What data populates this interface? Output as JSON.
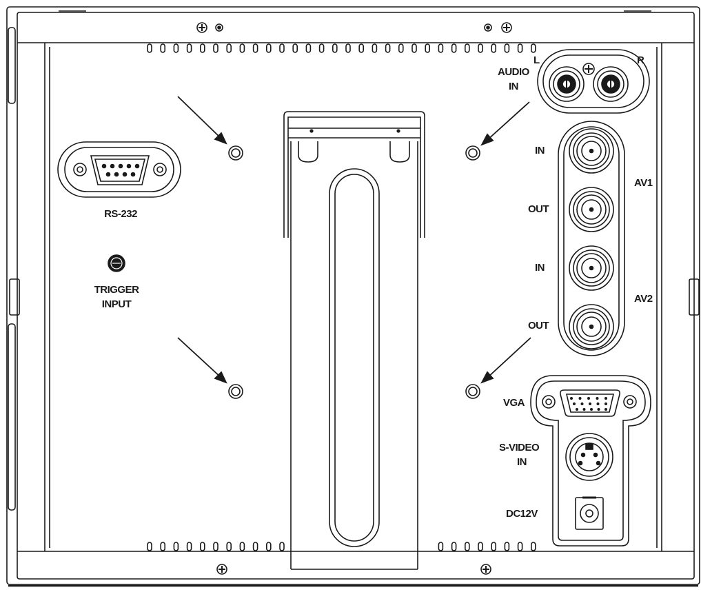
{
  "labels": {
    "audio_in_line1": "AUDIO",
    "audio_in_line2": "IN",
    "audio_left": "L",
    "audio_right": "R",
    "rs232": "RS-232",
    "trigger_line1": "TRIGGER",
    "trigger_line2": "INPUT",
    "av1_in": "IN",
    "av1_out": "OUT",
    "av1": "AV1",
    "av2_in": "IN",
    "av2_out": "OUT",
    "av2": "AV2",
    "vga": "VGA",
    "svideo_line1": "S-VIDEO",
    "svideo_line2": "IN",
    "dc12v": "DC12V"
  },
  "colors": {
    "line": "#1a1a1a",
    "background": "#ffffff"
  }
}
